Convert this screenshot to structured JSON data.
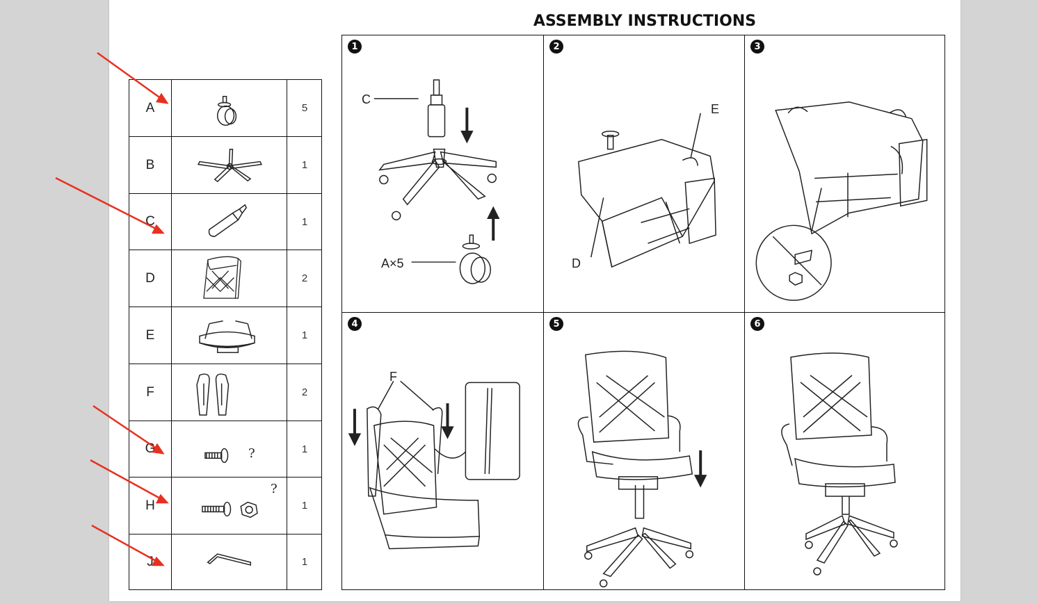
{
  "title": "ASSEMBLY INSTRUCTIONS",
  "parts": [
    {
      "letter": "A",
      "qty": "5",
      "icon": "caster-wheel-icon"
    },
    {
      "letter": "B",
      "qty": "1",
      "icon": "five-star-base-icon"
    },
    {
      "letter": "C",
      "qty": "1",
      "icon": "gas-cylinder-icon"
    },
    {
      "letter": "D",
      "qty": "2",
      "icon": "backrest-panel-icon"
    },
    {
      "letter": "E",
      "qty": "1",
      "icon": "seat-icon"
    },
    {
      "letter": "F",
      "qty": "2",
      "icon": "armrest-icon"
    },
    {
      "letter": "G",
      "qty": "1",
      "icon": "bolt-icon",
      "mark": "?"
    },
    {
      "letter": "H",
      "qty": "1",
      "icon": "bolt-and-nut-icon",
      "mark": "?"
    },
    {
      "letter": "J",
      "qty": "1",
      "icon": "allen-key-icon"
    }
  ],
  "steps": [
    {
      "number": "1",
      "labels": [
        "C",
        "A×5"
      ]
    },
    {
      "number": "2",
      "labels": [
        "E",
        "D"
      ]
    },
    {
      "number": "3",
      "labels": []
    },
    {
      "number": "4",
      "labels": [
        "F"
      ]
    },
    {
      "number": "5",
      "labels": []
    },
    {
      "number": "6",
      "labels": []
    }
  ],
  "annotation_color": "#e8301f"
}
